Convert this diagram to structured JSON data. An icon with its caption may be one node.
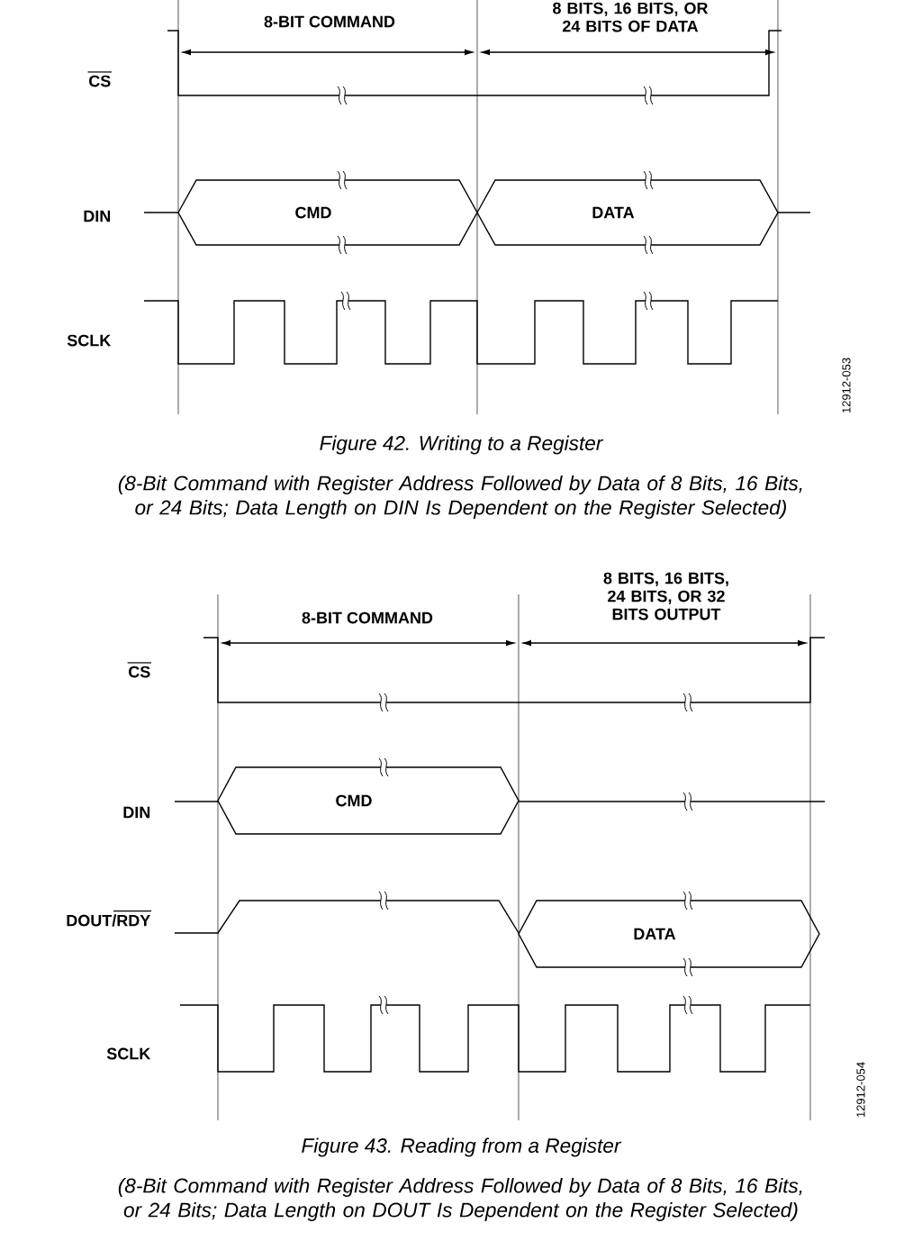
{
  "diagram": {
    "nodes": [
      {
        "text": [
          "CMD"
        ]
      },
      {
        "text": [
          "DATA"
        ]
      },
      {
        "text": [
          "CMD"
        ]
      },
      {
        "text": [
          "DATA"
        ]
      }
    ],
    "labels": [
      "8-BIT COMMAND",
      "8 BITS, 16 BITS, OR 24 BITS OF DATA",
      "CS",
      "DIN",
      "SCLK",
      "12912-053",
      "Figure 42. Writing to a Register",
      "(8-Bit Command with Register Address Followed by Data of 8 Bits, 16 Bits, or 24 Bits; Data Length on DIN Is Dependent on the Register Selected)",
      "8-BIT COMMAND",
      "8 BITS, 16 BITS, 24 BITS, OR 32 BITS OUTPUT",
      "CS",
      "DIN",
      "DOUT/RDY",
      "SCLK",
      "12912-054",
      "Figure 43. Reading from a Register",
      "(8-Bit Command with Register Address Followed by Data of 8 Bits, 16 Bits, or 24 Bits; Data Length on DOUT Is Dependent on the Register Selected)"
    ]
  }
}
